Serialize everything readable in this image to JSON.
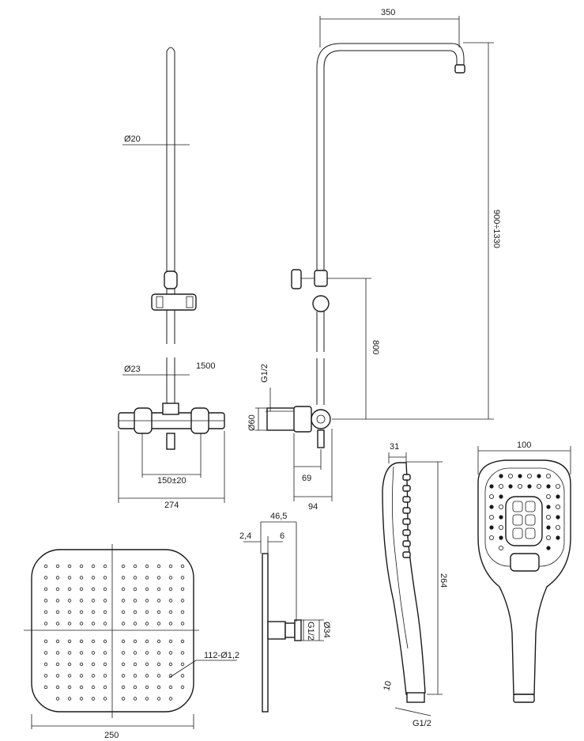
{
  "dimensions": {
    "pipe_diameter": "Ø20",
    "mixer_pipe_diameter": "Ø23",
    "rail_length": "1500",
    "inlet_spacing": "150±20",
    "mixer_width": "274",
    "arm_length": "350",
    "total_height": "900÷1330",
    "mixer_height": "800",
    "inlet_thread": "G1/2",
    "inlet_diameter": "Ø60",
    "mixer_depth_69": "69",
    "mixer_depth_94": "94",
    "head_offset": "46,5",
    "head_edge": "2,4",
    "head_thickness": "6",
    "head_thread": "G1/2",
    "head_connector": "Ø34",
    "nozzles": "112-Ø1,2",
    "head_width": "250",
    "hand_depth": "31",
    "hand_length": "264",
    "hand_tip": "10",
    "hand_thread": "G1/2",
    "hand_width": "100"
  },
  "colors": {
    "line": "#1a1a1a",
    "background": "#ffffff"
  }
}
